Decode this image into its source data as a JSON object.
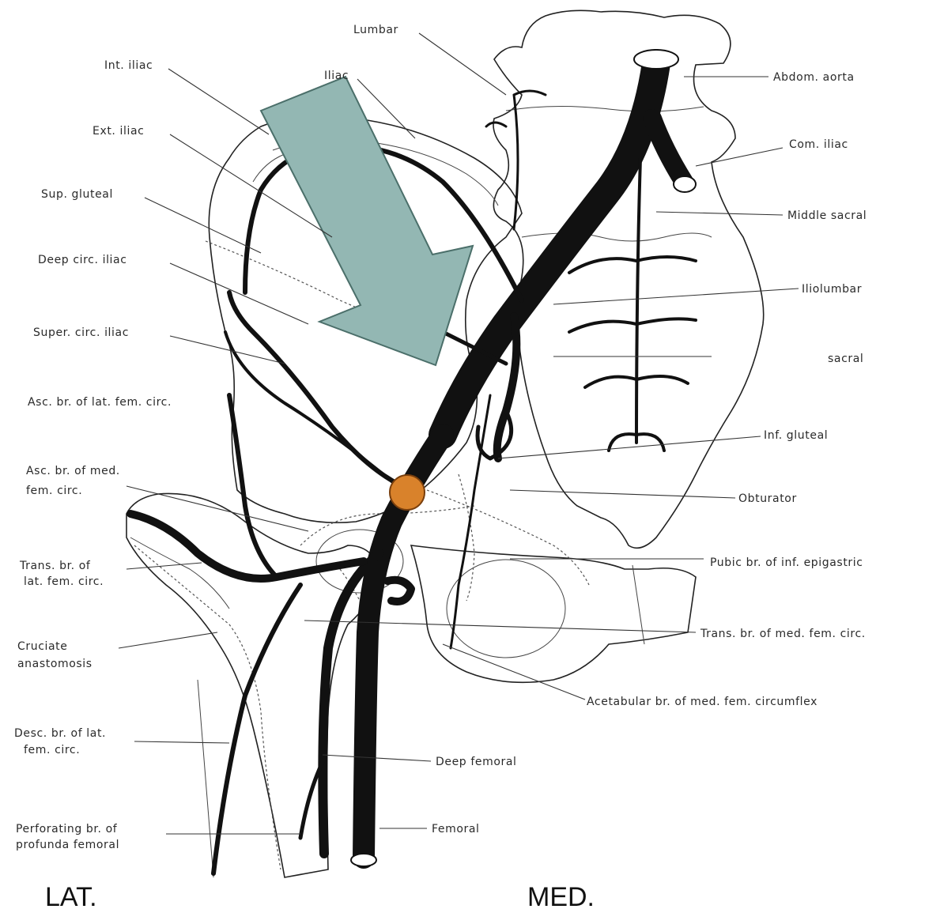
{
  "labels": {
    "lumbar": "Lumbar",
    "int_iliac": "Int. iliac",
    "iliac": "Iliac",
    "abdom_aorta": "Abdom. aorta",
    "ext_iliac": "Ext. iliac",
    "com_iliac": "Com. iliac",
    "sup_gluteal": "Sup. gluteal",
    "middle_sacral": "Middle sacral",
    "deep_circ_iliac": "Deep circ. iliac",
    "iliolumbar": "Iliolumbar",
    "super_circ_iliac": "Super. circ. iliac",
    "sacral": "sacral",
    "asc_br_lat_fem_circ": "Asc. br. of lat. fem. circ.",
    "inf_gluteal": "Inf. gluteal",
    "asc_br_med_fem_circ_1": "Asc. br. of med.",
    "asc_br_med_fem_circ_2": "fem. circ.",
    "obturator": "Obturator",
    "trans_br_lat_fem_circ_1": "Trans. br. of",
    "trans_br_lat_fem_circ_2": "lat. fem. circ.",
    "pubic_br_inf_epigastric": "Pubic br. of inf. epigastric",
    "trans_br_med_fem_circ": "Trans. br. of med. fem. circ.",
    "cruciate_1": "Cruciate",
    "cruciate_2": "anastomosis",
    "acetabular_br": "Acetabular br. of med. fem. circumflex",
    "desc_br_lat_fem_circ_1": "Desc. br. of lat.",
    "desc_br_lat_fem_circ_2": "fem. circ.",
    "deep_femoral": "Deep femoral",
    "perforating_1": "Perforating br. of",
    "perforating_2": "profunda femoral",
    "femoral": "Femoral"
  },
  "orientation": {
    "lateral": "LAT.",
    "medial": "MED."
  },
  "colors": {
    "arrow_fill": "#93b7b3",
    "arrow_stroke": "#4b6f6a",
    "marker_fill": "#d9822b",
    "marker_stroke": "#7a3f0c",
    "vessel": "#111111"
  }
}
